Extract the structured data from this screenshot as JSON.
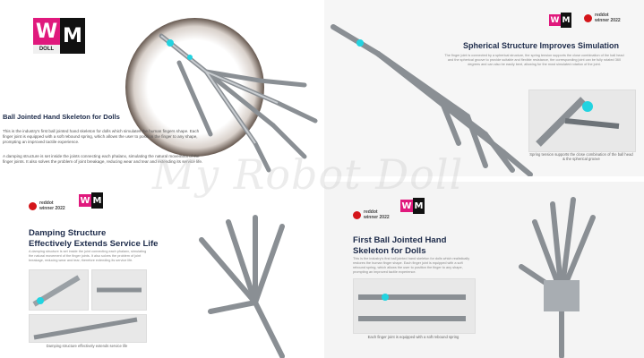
{
  "watermark": "My Robot Doll",
  "logo": {
    "letter_w": "W",
    "letter_m": "M",
    "doll": "DOLL"
  },
  "panel1": {
    "title": "Ball Jointed Hand Skeleton for Dolls",
    "para1": "This is the industry's first ball jointed hand skeleton for dolls which simulates the human fingers shape. Each finger joint is equipped with a soft rebound spring, which allows the user to position the finger to any shape, prompting an improved tactile experience.",
    "para2": "A damping structure is set inside the joints connecting each phalanx, simulating the natural movement of the finger joints. It also solves the problem of joint breakage, reducing wear and tear and extending its service life."
  },
  "panel2": {
    "title": "Spherical Structure Improves Simulation",
    "body": "The finger joint is connected by a spherical structure, the spring tension supports the close combination of the ball head and the spherical groove to provide suitable and flexible resistance, the corresponding joint can be fully rotated 360 degrees and can also be easily bent, allowing for the most simulated rotation of the joint.",
    "caption": "Spring tension supports the close combination of the ball head & the spherical groove",
    "reddot": {
      "brand": "reddot",
      "year": "winner 2022"
    }
  },
  "panel3": {
    "title_line1": "Damping Structure",
    "title_line2": "Effectively Extends Service Life",
    "body": "A damping structure is set inside the joint connecting each phalanx, simulating the natural movement of the finger joints. It also solves the problem of joint breakage, reducing wear and tear, therefore extending its service life.",
    "caption": "Damping structure effectively extends service life",
    "reddot": {
      "brand": "reddot",
      "year": "winner 2022"
    }
  },
  "panel4": {
    "title_line1": "First Ball Jointed Hand",
    "title_line2": "Skeleton for Dolls",
    "body": "This is the industry's first ball jointed hand skeleton for dolls which realistically restores the human finger shape. Each finger joint is equipped with a soft rebound spring, which allows the user to position the finger to any shape, prompting an improved tactile experience.",
    "caption": "Each finger joint is equipped with a soft rebound spring",
    "reddot": {
      "brand": "reddot",
      "year": "winner 2022"
    }
  },
  "colors": {
    "brand_pink": "#e0197d",
    "title_navy": "#1d2b4a",
    "reddot_red": "#d4151a",
    "joint_cyan": "#22d3e0"
  },
  "icons": [
    "wm-doll-logo",
    "reddot-award-icon",
    "robotic-hand-image"
  ]
}
